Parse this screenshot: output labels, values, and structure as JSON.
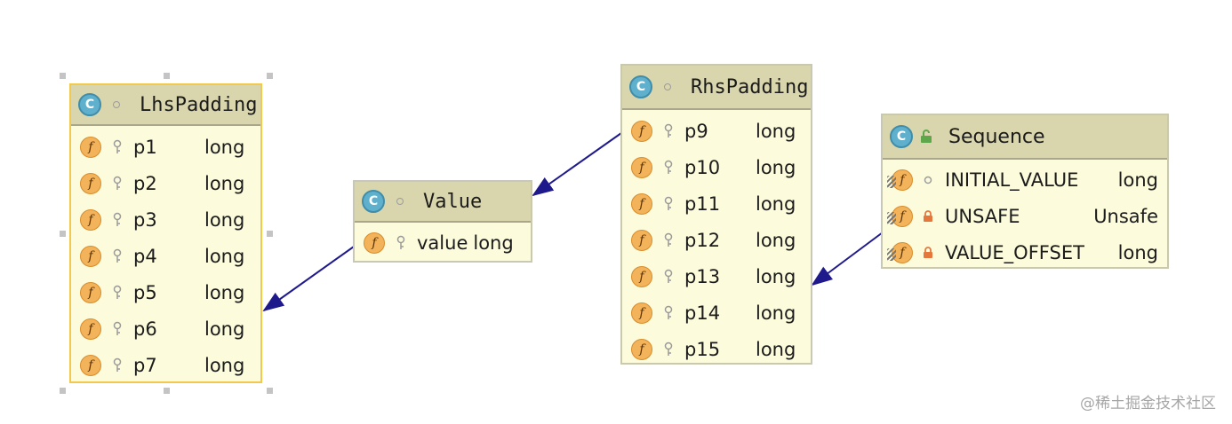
{
  "classes": {
    "lhs": {
      "icon": "C",
      "name": "LhsPadding",
      "fields": [
        {
          "icon": "f",
          "name": "p1",
          "type": "long"
        },
        {
          "icon": "f",
          "name": "p2",
          "type": "long"
        },
        {
          "icon": "f",
          "name": "p3",
          "type": "long"
        },
        {
          "icon": "f",
          "name": "p4",
          "type": "long"
        },
        {
          "icon": "f",
          "name": "p5",
          "type": "long"
        },
        {
          "icon": "f",
          "name": "p6",
          "type": "long"
        },
        {
          "icon": "f",
          "name": "p7",
          "type": "long"
        }
      ]
    },
    "value": {
      "icon": "C",
      "name": "Value",
      "fields": [
        {
          "icon": "f",
          "name": "value",
          "type": "long"
        }
      ]
    },
    "rhs": {
      "icon": "C",
      "name": "RhsPadding",
      "fields": [
        {
          "icon": "f",
          "name": "p9",
          "type": "long"
        },
        {
          "icon": "f",
          "name": "p10",
          "type": "long"
        },
        {
          "icon": "f",
          "name": "p11",
          "type": "long"
        },
        {
          "icon": "f",
          "name": "p12",
          "type": "long"
        },
        {
          "icon": "f",
          "name": "p13",
          "type": "long"
        },
        {
          "icon": "f",
          "name": "p14",
          "type": "long"
        },
        {
          "icon": "f",
          "name": "p15",
          "type": "long"
        }
      ]
    },
    "sequence": {
      "icon": "C",
      "name": "Sequence",
      "fields": [
        {
          "icon": "f",
          "name": "INITIAL_VALUE",
          "type": "long"
        },
        {
          "icon": "f",
          "name": "UNSAFE",
          "type": "Unsafe"
        },
        {
          "icon": "f",
          "name": "VALUE_OFFSET",
          "type": "long"
        }
      ]
    }
  },
  "edges": [
    {
      "from": "Value",
      "to": "LhsPadding",
      "kind": "extends"
    },
    {
      "from": "RhsPadding",
      "to": "Value",
      "kind": "extends"
    },
    {
      "from": "Sequence",
      "to": "RhsPadding",
      "kind": "extends"
    }
  ],
  "colors": {
    "arrow": "#1f1a8c",
    "header": "#d9d6ad",
    "body": "#fcfbdc",
    "selection": "#f2c94c"
  },
  "watermark": "@稀土掘金技术社区"
}
